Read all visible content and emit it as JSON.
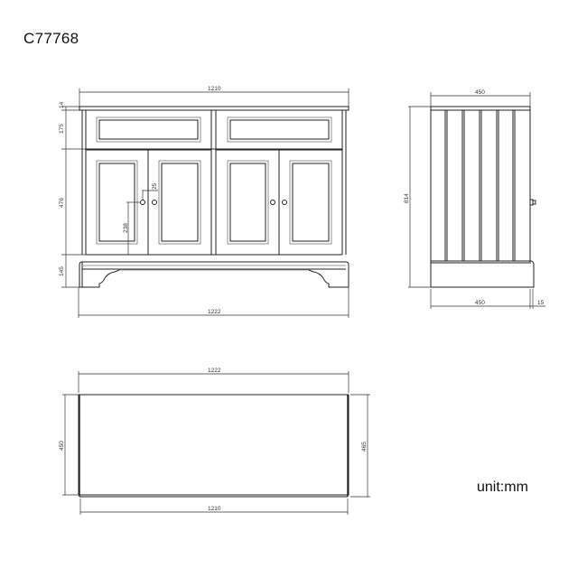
{
  "header": {
    "model_code": "C77768"
  },
  "footer": {
    "unit_label": "unit:mm"
  },
  "front_view": {
    "dims": {
      "top_width": "1210",
      "bottom_width": "1222",
      "top_thickness": "14",
      "drawer_height": "175",
      "door_height": "476",
      "plinth_height": "145",
      "handle_offset": "25",
      "handle_height": "238"
    }
  },
  "side_view": {
    "dims": {
      "top_depth": "450",
      "total_height": "814",
      "bottom_depth": "450",
      "overhang": "15"
    }
  },
  "top_view": {
    "dims": {
      "top_width": "1222",
      "bottom_width": "1210",
      "left_depth": "450",
      "right_depth": "465"
    }
  }
}
